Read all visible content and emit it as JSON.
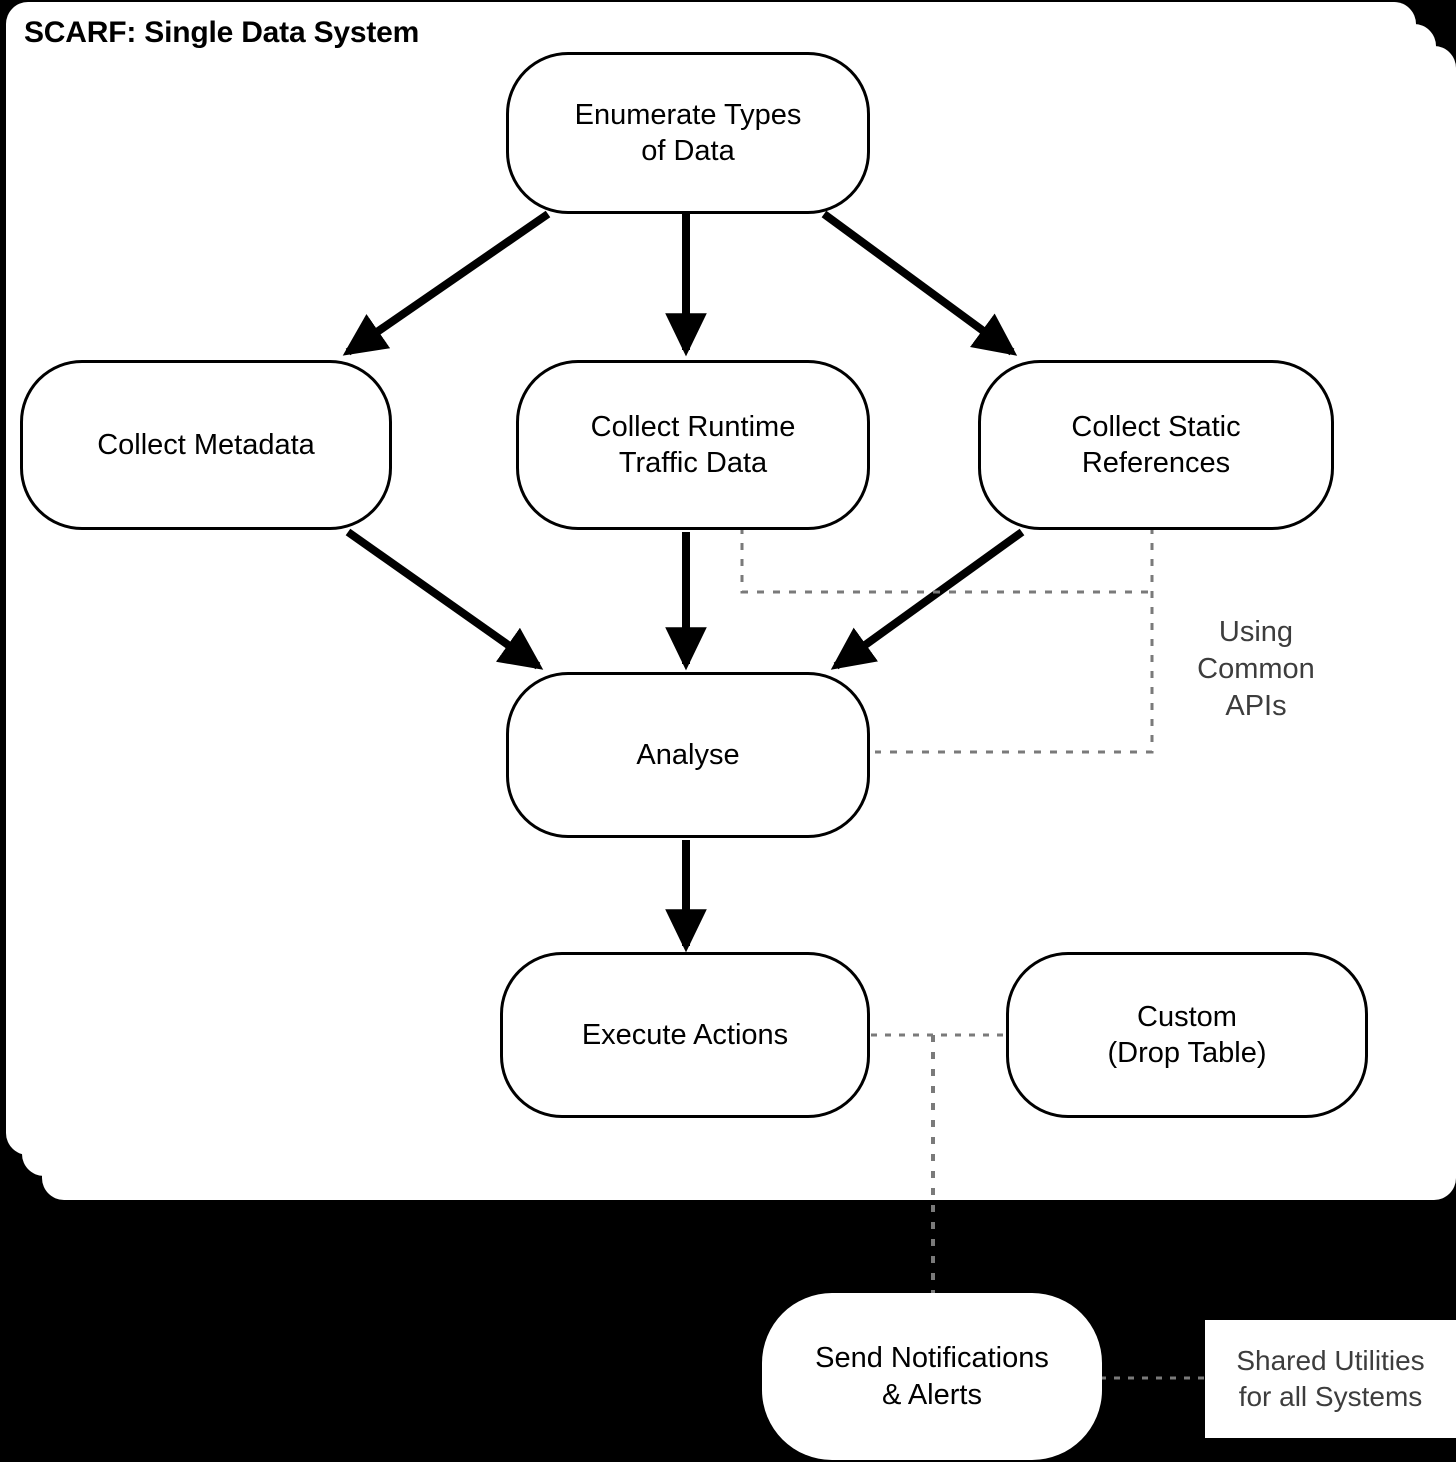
{
  "system": {
    "title": "SCARF: Single Data System",
    "card_count": 3
  },
  "nodes": {
    "enumerate": "Enumerate Types\nof Data",
    "collect_metadata": "Collect Metadata",
    "collect_runtime": "Collect Runtime\nTraffic Data",
    "collect_static": "Collect Static\nReferences",
    "analyse": "Analyse",
    "execute_actions": "Execute Actions",
    "custom": "Custom\n(Drop Table)",
    "send_notifications": "Send Notifications\n& Alerts"
  },
  "annotations": {
    "using_common_apis": "Using\nCommon\nAPIs",
    "shared_utilities": "Shared Utilities\nfor all Systems"
  },
  "colors": {
    "background": "#000000",
    "card": "#ffffff",
    "node_stroke": "#000000",
    "node_fill": "#ffffff",
    "text": "#000000",
    "annotation_text": "#3d3d3d",
    "dotted_connector": "#7a7a7a"
  }
}
